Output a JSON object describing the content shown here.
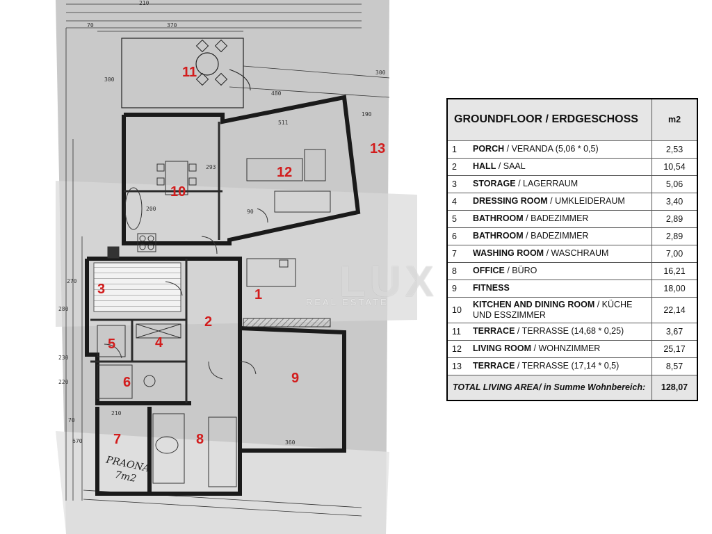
{
  "floorplan": {
    "room_markers": [
      "1",
      "2",
      "3",
      "4",
      "5",
      "6",
      "7",
      "8",
      "9",
      "10",
      "11",
      "12",
      "13"
    ],
    "handwritten": {
      "line1": "PRAONA",
      "line2": "7m2"
    },
    "watermark": {
      "brand": "LUX",
      "tagline": "REAL ESTATE"
    },
    "dimensions": [
      "210",
      "70",
      "370",
      "300",
      "480",
      "511",
      "293",
      "270",
      "280",
      "230",
      "220",
      "70",
      "210",
      "670",
      "360",
      "90",
      "190",
      "300",
      "200"
    ]
  },
  "table": {
    "title": "GROUNDFLOOR / ERDGESCHOSS",
    "unit": "m2",
    "rows": [
      {
        "num": "1",
        "name": "PORCH",
        "rest": " / VERANDA (5,06 * 0,5)",
        "value": "2,53"
      },
      {
        "num": "2",
        "name": "HALL",
        "rest": " / SAAL",
        "value": "10,54"
      },
      {
        "num": "3",
        "name": "STORAGE",
        "rest": " / LAGERRAUM",
        "value": "5,06"
      },
      {
        "num": "4",
        "name": "DRESSING ROOM",
        "rest": " / UMKLEIDERAUM",
        "value": "3,40"
      },
      {
        "num": "5",
        "name": "BATHROOM",
        "rest": " / BADEZIMMER",
        "value": "2,89"
      },
      {
        "num": "6",
        "name": "BATHROOM",
        "rest": " / BADEZIMMER",
        "value": "2,89"
      },
      {
        "num": "7",
        "name": "WASHING ROOM",
        "rest": " / WASCHRAUM",
        "value": "7,00"
      },
      {
        "num": "8",
        "name": "OFFICE",
        "rest": " / BÜRO",
        "value": "16,21"
      },
      {
        "num": "9",
        "name": "FITNESS",
        "rest": "",
        "value": "18,00"
      },
      {
        "num": "10",
        "name": "KITCHEN AND DINING ROOM",
        "rest": " / KÜCHE UND ESSZIMMER",
        "value": "22,14"
      },
      {
        "num": "11",
        "name": "TERRACE",
        "rest": " / TERRASSE (14,68 * 0,25)",
        "value": "3,67"
      },
      {
        "num": "12",
        "name": "LIVING ROOM",
        "rest": " / WOHNZIMMER",
        "value": "25,17"
      },
      {
        "num": "13",
        "name": "TERRACE",
        "rest": " / TERRASSE (17,14 * 0,5)",
        "value": "8,57"
      }
    ],
    "total": {
      "label_bold": "TOTAL LIVING AREA/",
      "label_rest": " in Summe Wohnbereich:",
      "value": "128,07"
    }
  }
}
